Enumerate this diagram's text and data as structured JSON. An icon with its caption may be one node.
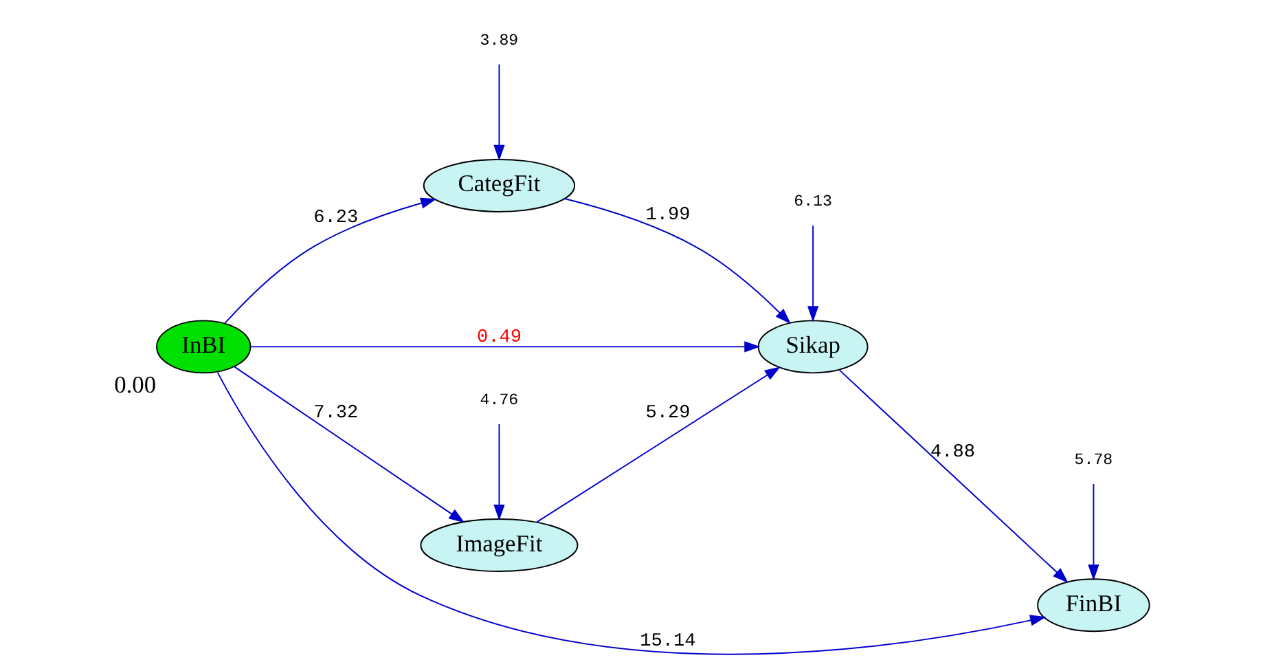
{
  "diagram": {
    "nodes": [
      {
        "text": [
          "InBI"
        ],
        "beside": [
          "0.00"
        ]
      },
      {
        "text": [
          "CategFit"
        ]
      },
      {
        "text": [
          "Sikap"
        ]
      },
      {
        "text": [
          "ImageFit"
        ]
      },
      {
        "text": [
          "FinBI"
        ]
      },
      {
        "text": [
          "3.89"
        ]
      },
      {
        "text": [
          "6.13"
        ]
      },
      {
        "text": [
          "5.78"
        ]
      },
      {
        "text": [
          "4.76"
        ]
      }
    ],
    "edges": [
      {
        "from": 0,
        "to": 1,
        "arrow": "to",
        "label": "6.23"
      },
      {
        "from": 0,
        "to": 2,
        "arrow": "to",
        "label": "0.49"
      },
      {
        "from": 0,
        "to": 4,
        "arrow": "to",
        "label": "15.14"
      },
      {
        "from": 0,
        "to": 3,
        "arrow": "to",
        "label": "7.32"
      },
      {
        "from": 1,
        "to": 2,
        "arrow": "to",
        "label": "1.99"
      },
      {
        "from": 3,
        "to": 2,
        "arrow": "to",
        "label": "5.29"
      },
      {
        "from": 2,
        "to": 4,
        "arrow": "to",
        "label": "4.88"
      },
      {
        "from": 5,
        "to": 1,
        "arrow": "to"
      },
      {
        "from": 6,
        "to": 2,
        "arrow": "to"
      },
      {
        "from": 7,
        "to": 4,
        "arrow": "to"
      },
      {
        "from": 8,
        "to": 3,
        "arrow": "to"
      }
    ]
  }
}
